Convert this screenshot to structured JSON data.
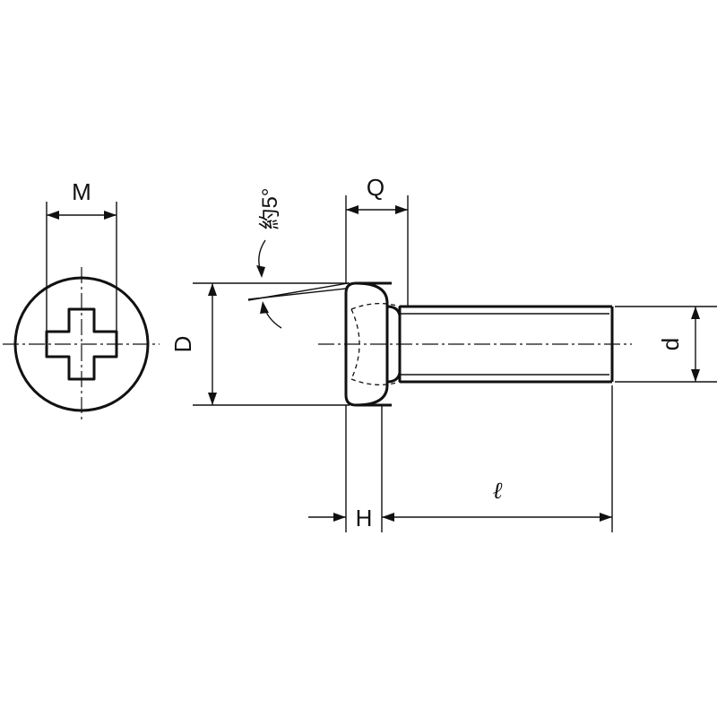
{
  "labels": {
    "M": "M",
    "Q": "Q",
    "D": "D",
    "d": "d",
    "H": "H",
    "l": "ℓ",
    "angle": "約5°"
  }
}
